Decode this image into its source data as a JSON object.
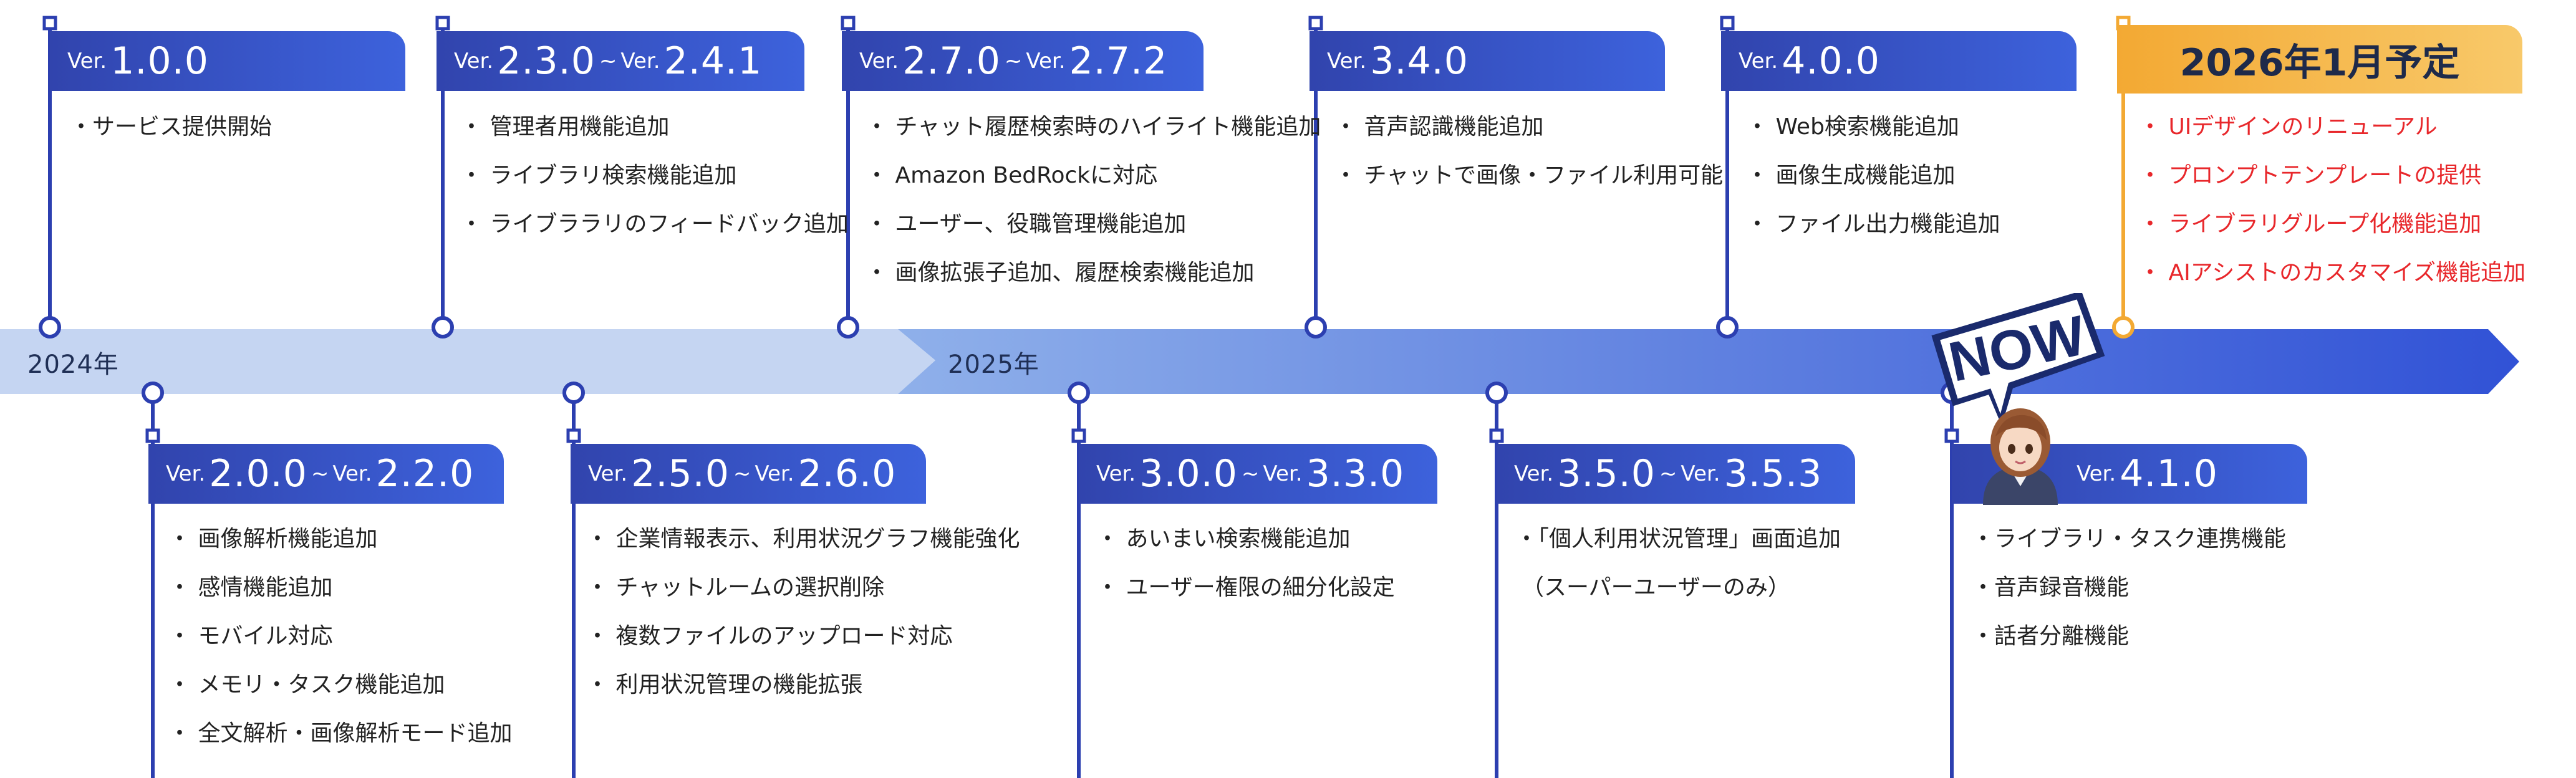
{
  "year_labels": [
    "2024年",
    "2025年"
  ],
  "version_prefix": "Ver.",
  "range_sep": "~",
  "now_label": "NOW",
  "future": {
    "title": "2026年1月予定",
    "features": [
      "・ UIデザインのリニューアル",
      "・ プロンプトテンプレートの提供",
      "・ ライブラリグループ化機能追加",
      "・ AIアシストのカスタマイズ機能追加"
    ]
  },
  "top_releases": [
    {
      "from": "1.0.0",
      "to": "",
      "features": [
        "・サービス提供開始"
      ]
    },
    {
      "from": "2.3.0",
      "to": "2.4.1",
      "features": [
        "・ 管理者用機能追加",
        "・ ライブラリ検索機能追加",
        "・ ライブララリのフィードバック追加"
      ]
    },
    {
      "from": "2.7.0",
      "to": "2.7.2",
      "features": [
        "・ チャット履歴検索時のハイライト機能追加",
        "・ Amazon BedRockに対応",
        "・ ユーザー、役職管理機能追加",
        "・ 画像拡張子追加、履歴検索機能追加"
      ]
    },
    {
      "from": "3.4.0",
      "to": "",
      "features": [
        "・ 音声認識機能追加",
        "・ チャットで画像・ファイル利用可能"
      ]
    },
    {
      "from": "4.0.0",
      "to": "",
      "features": [
        "・ Web検索機能追加",
        "・ 画像生成機能追加",
        "・ ファイル出力機能追加"
      ]
    }
  ],
  "bottom_releases": [
    {
      "from": "2.0.0",
      "to": "2.2.0",
      "features": [
        "・ 画像解析機能追加",
        "・ 感情機能追加",
        "・ モバイル対応",
        "・ メモリ・タスク機能追加",
        "・ 全文解析・画像解析モード追加"
      ]
    },
    {
      "from": "2.5.0",
      "to": "2.6.0",
      "features": [
        "・ 企業情報表示、利用状況グラフ機能強化",
        "・ チャットルームの選択削除",
        "・ 複数ファイルのアップロード対応",
        "・ 利用状況管理の機能拡張"
      ]
    },
    {
      "from": "3.0.0",
      "to": "3.3.0",
      "features": [
        "・ あいまい検索機能追加",
        "・ ユーザー権限の細分化設定"
      ]
    },
    {
      "from": "3.5.0",
      "to": "3.5.3",
      "features": [
        "・「個人利用状況管理」画面追加",
        "（スーパーユーザーのみ）"
      ]
    },
    {
      "from": "4.1.0",
      "to": "",
      "features": [
        "・ライブラリ・タスク連携機能",
        "・音声録音機能",
        "・話者分離機能"
      ]
    }
  ],
  "colors": {
    "tab_dark": "#3144ad",
    "tab_light": "#3d62dc",
    "accent_orange": "#f3a933",
    "future_text": "#e8272b",
    "band_light": "#c5d5f2",
    "band_dark": "#3a55d4"
  }
}
